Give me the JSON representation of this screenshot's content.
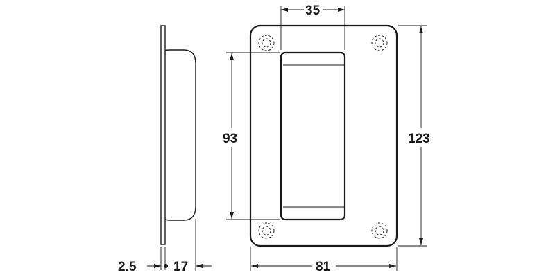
{
  "drawing": {
    "subject": "Recessed flush pull handle — side and front views",
    "line_color": "#1a1a1a",
    "background": "#ffffff"
  },
  "dimensions": {
    "plate_thickness": "2.5",
    "projection_depth": "17",
    "recess_width": "35",
    "recess_height": "93",
    "plate_height": "123",
    "plate_width": "81"
  }
}
